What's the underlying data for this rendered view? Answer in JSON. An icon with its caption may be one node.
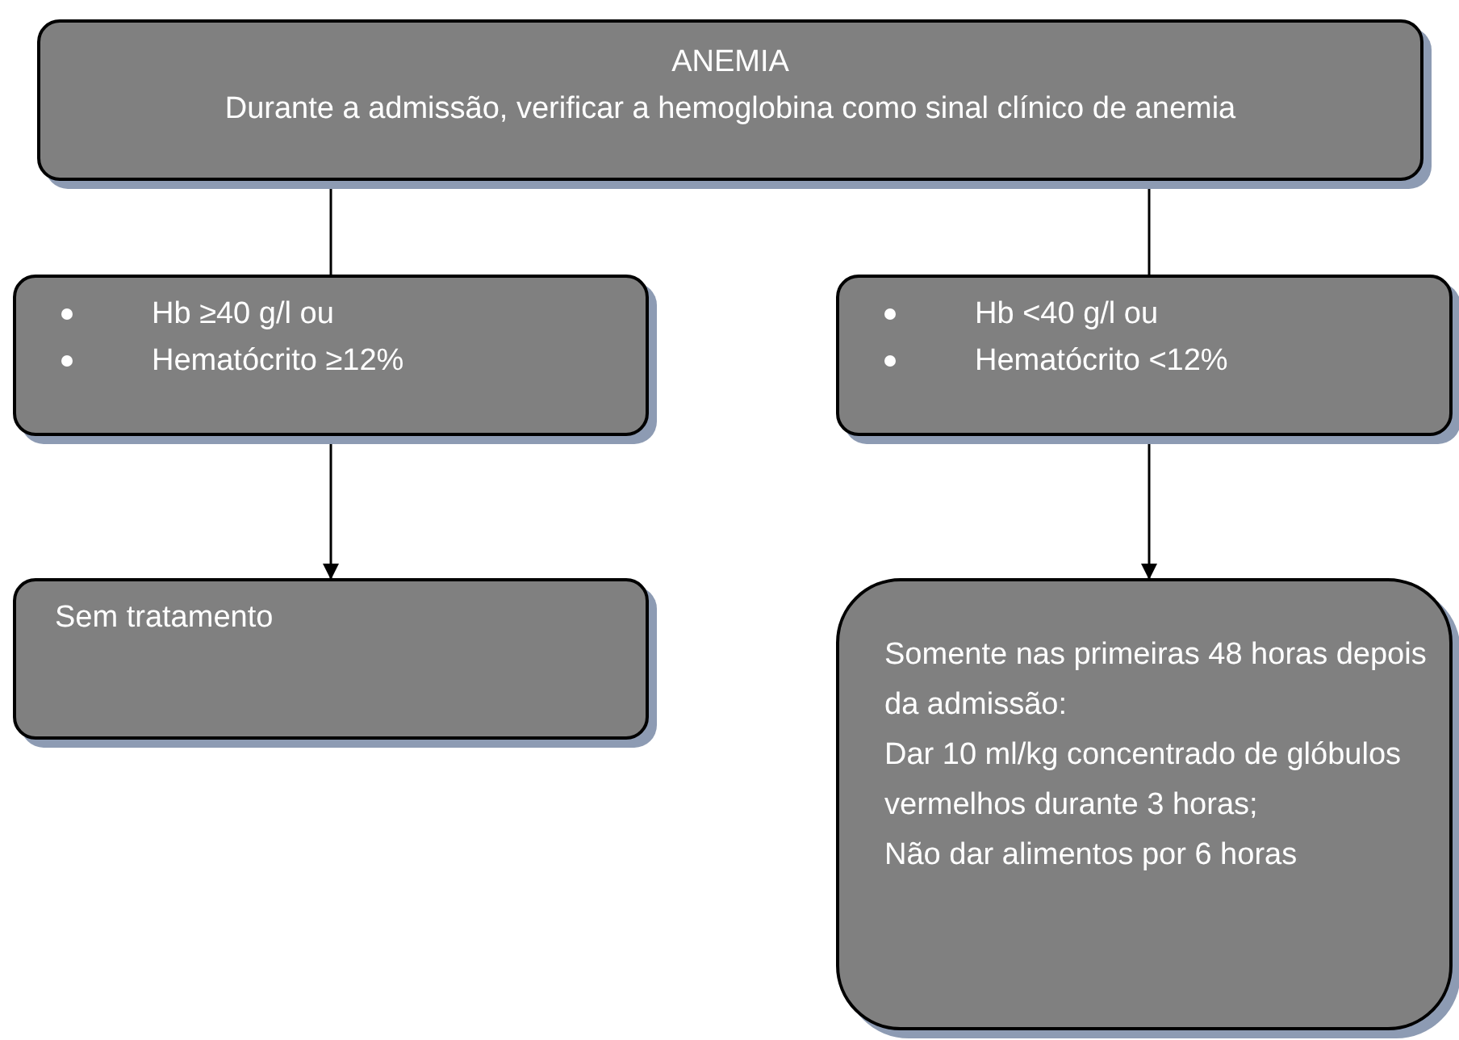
{
  "diagram": {
    "nodes": [
      {
        "text": [
          "ANEMIA",
          "Durante a admissão, verificar a hemoglobina como sinal clínico de anemia"
        ]
      },
      {
        "text": [
          "Hb ≥40 g/l ou",
          "Hematócrito ≥12%"
        ]
      },
      {
        "text": [
          "Hb <40 g/l ou",
          "Hematócrito <12%"
        ]
      },
      {
        "text": [
          "Sem tratamento"
        ]
      },
      {
        "text": [
          "Somente nas primeiras 48 horas depois da admissão:",
          "Dar 10 ml/kg concentrado de glóbulos vermelhos durante 3 horas;",
          "Não dar alimentos por 6 horas"
        ]
      }
    ],
    "edges": [
      {
        "from": 0,
        "to": 1,
        "arrow": "none"
      },
      {
        "from": 0,
        "to": 2,
        "arrow": "none"
      },
      {
        "from": 1,
        "to": 3,
        "arrow": "to"
      },
      {
        "from": 2,
        "to": 4,
        "arrow": "to"
      }
    ]
  }
}
